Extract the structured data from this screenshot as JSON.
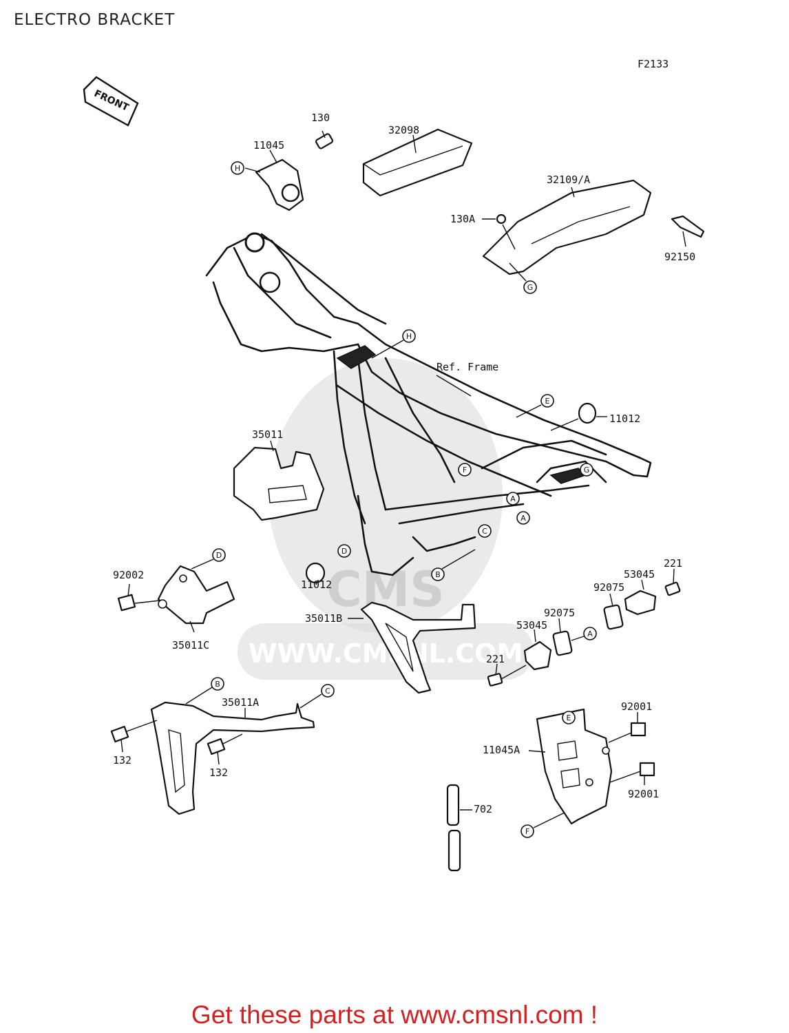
{
  "page": {
    "title": "ELECTRO BRACKET",
    "figure_code": "F2133",
    "front_label": "FRONT",
    "promo": "Get these parts at www.cmsnl.com !",
    "promo_color": "#d42020"
  },
  "watermark": {
    "brand": "CMS",
    "url": "WWW.CMSNL.COM"
  },
  "parts": [
    {
      "id": "p130",
      "label": "130"
    },
    {
      "id": "p11045",
      "label": "11045"
    },
    {
      "id": "p32098",
      "label": "32098"
    },
    {
      "id": "p32109A",
      "label": "32109/A"
    },
    {
      "id": "p130A",
      "label": "130A"
    },
    {
      "id": "p92150",
      "label": "92150"
    },
    {
      "id": "pRefFrame",
      "label": "Ref. Frame"
    },
    {
      "id": "p11012a",
      "label": "11012"
    },
    {
      "id": "p35011",
      "label": "35011"
    },
    {
      "id": "p11012b",
      "label": "11012"
    },
    {
      "id": "p92002",
      "label": "92002"
    },
    {
      "id": "p35011C",
      "label": "35011C"
    },
    {
      "id": "p35011B",
      "label": "35011B"
    },
    {
      "id": "p53045a",
      "label": "53045"
    },
    {
      "id": "p221a",
      "label": "221"
    },
    {
      "id": "p92075a",
      "label": "92075"
    },
    {
      "id": "p92075b",
      "label": "92075"
    },
    {
      "id": "p53045b",
      "label": "53045"
    },
    {
      "id": "p221b",
      "label": "221"
    },
    {
      "id": "p35011A",
      "label": "35011A"
    },
    {
      "id": "p132a",
      "label": "132"
    },
    {
      "id": "p132b",
      "label": "132"
    },
    {
      "id": "p92001a",
      "label": "92001"
    },
    {
      "id": "p11045A",
      "label": "11045A"
    },
    {
      "id": "p92001b",
      "label": "92001"
    },
    {
      "id": "p702",
      "label": "702"
    }
  ],
  "markers": [
    "A",
    "B",
    "C",
    "D",
    "E",
    "F",
    "G",
    "H"
  ]
}
